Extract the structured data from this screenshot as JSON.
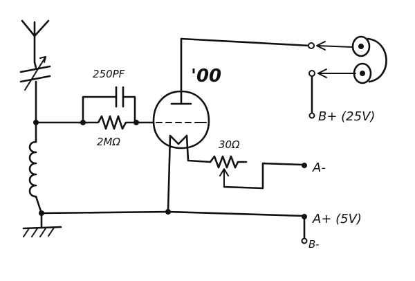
{
  "labels": {
    "capacitor": "250PF",
    "grid_leak": "2MΩ",
    "tube": "'00",
    "rheostat": "30Ω",
    "a_minus": "A-",
    "a_plus": "A+ (5V)",
    "b_minus": "B-",
    "b_plus": "B+ (25V)"
  },
  "colors": {
    "ink": "#111111",
    "paper": "#ffffff"
  }
}
